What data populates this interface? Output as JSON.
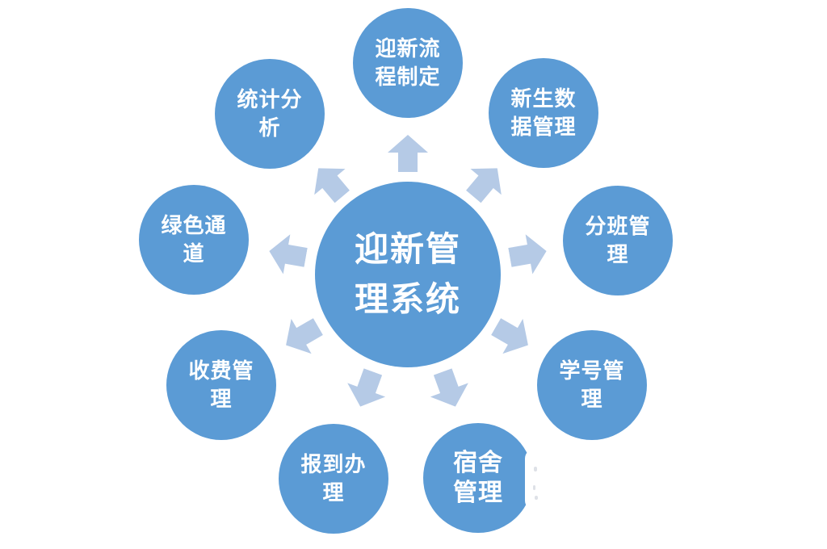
{
  "diagram": {
    "title": "迎新管理系统",
    "center": {
      "label": "迎新管理系统",
      "lines": [
        "迎新管",
        "理系统"
      ]
    },
    "nodes": [
      {
        "label": "迎新流程制定",
        "lines": [
          "迎新流",
          "程制定"
        ]
      },
      {
        "label": "新生数据管理",
        "lines": [
          "新生数",
          "据管理"
        ]
      },
      {
        "label": "分班管理",
        "lines": [
          "分班管",
          "理"
        ]
      },
      {
        "label": "学号管理",
        "lines": [
          "学号管",
          "理"
        ]
      },
      {
        "label": "宿舍管理",
        "lines": [
          "宿舍",
          "管理"
        ]
      },
      {
        "label": "报到办理",
        "lines": [
          "报到办",
          "理"
        ]
      },
      {
        "label": "收费管理",
        "lines": [
          "收费管",
          "理"
        ]
      },
      {
        "label": "绿色通道",
        "lines": [
          "绿色通",
          "道"
        ]
      },
      {
        "label": "统计分析",
        "lines": [
          "统计分",
          "析"
        ]
      }
    ],
    "colors": {
      "circle_fill": "#5B9BD5",
      "arrow_fill": "#B5CAE6",
      "text": "#FFFFFF",
      "background": "#FFFFFF"
    }
  }
}
